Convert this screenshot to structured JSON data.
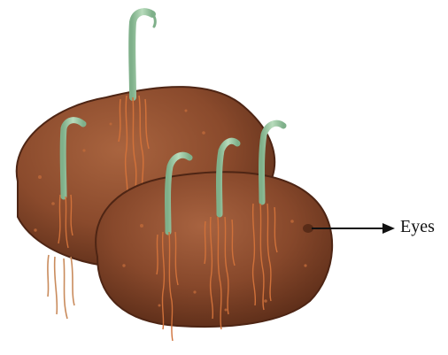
{
  "diagram": {
    "labels": {
      "eyes": "Eyes"
    }
  },
  "colors": {
    "background": "#ffffff",
    "tuber": "#8a4a2c",
    "tuber_dark": "#5e2f1a",
    "tuber_light": "#a9643f",
    "sprout": "#9fc7a4",
    "sprout_dark": "#6f9f7a",
    "root": "#d0713a",
    "arrow": "#111111"
  },
  "icons": [
    "potato-tuber",
    "sprout",
    "roots",
    "arrow-right"
  ]
}
